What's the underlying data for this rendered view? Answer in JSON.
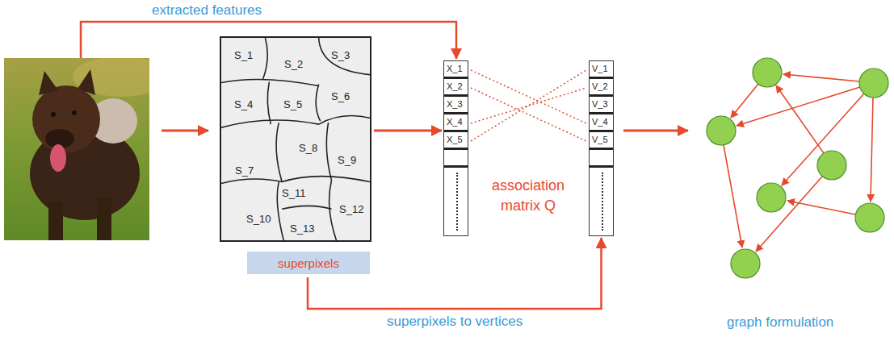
{
  "diagram": {
    "nodes": [
      {
        "text": [
          "S_1",
          "S_2",
          "S_3",
          "S_4",
          "S_5",
          "S_6",
          "S_7",
          "S_8",
          "S_9",
          "S_10",
          "S_11",
          "S_12",
          "S_13"
        ]
      },
      {
        "text": [
          "superpixels"
        ]
      },
      {
        "text": [
          "X_1",
          "X_2",
          "X_3",
          "X_4",
          "X_5"
        ]
      },
      {
        "text": [
          "V_1",
          "V_2",
          "V_3",
          "V_4",
          "V_5"
        ]
      }
    ],
    "edges": [
      {
        "from": 0,
        "to": 2,
        "arrow": "to"
      },
      {
        "from": 1,
        "to": 3,
        "label": "superpixels to vertices",
        "arrow": "to"
      }
    ],
    "labels": [
      "extracted features",
      "association matrix Q",
      "graph formulation"
    ]
  }
}
